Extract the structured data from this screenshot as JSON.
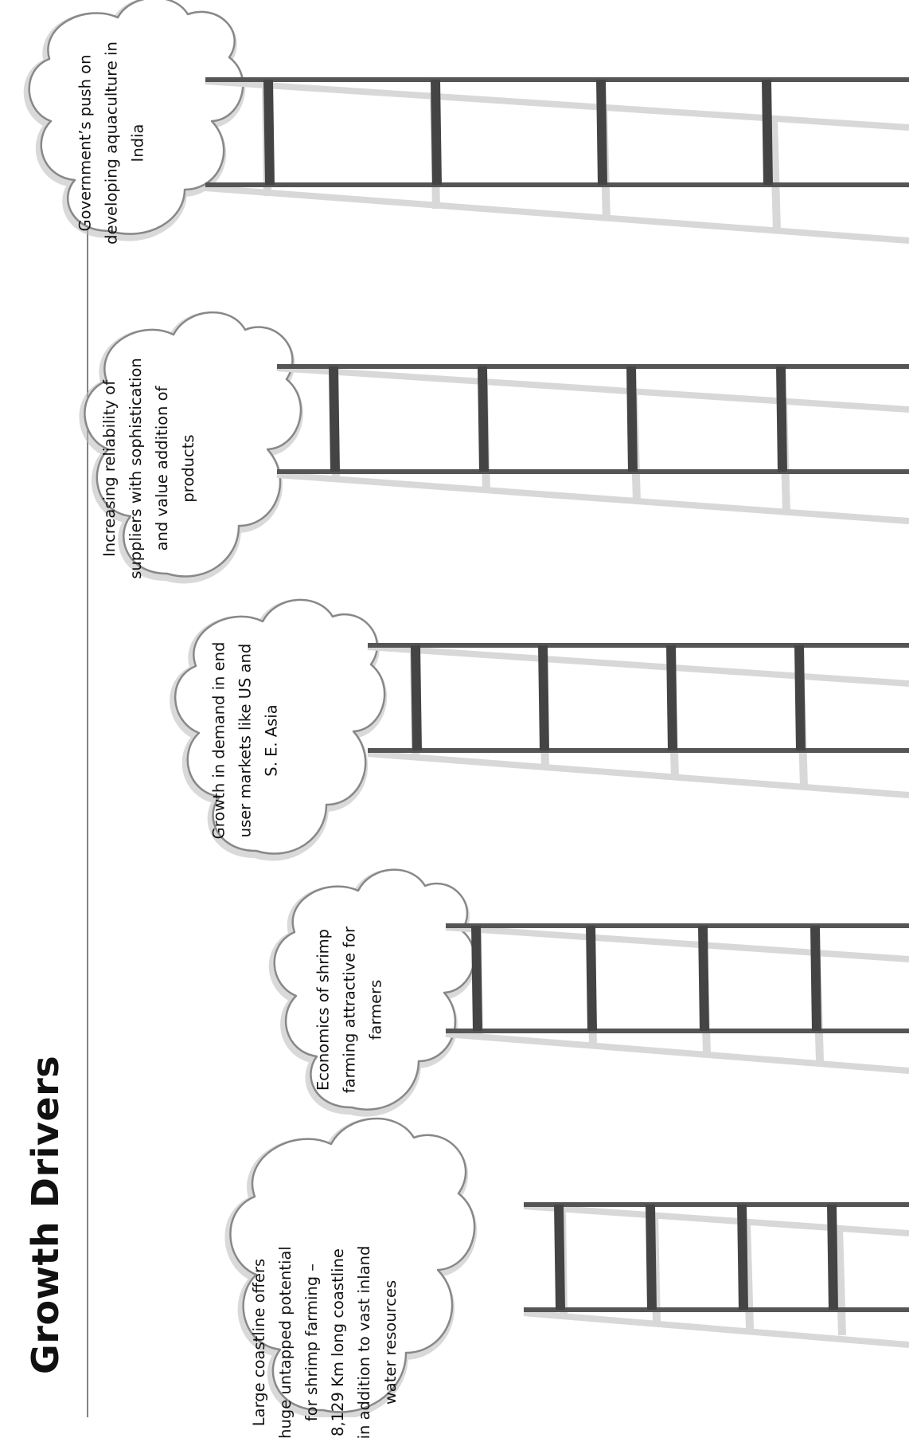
{
  "title": "Growth Drivers",
  "drivers": [
    {
      "text": "Government’s push on developing aquaculture in India"
    },
    {
      "text": "Increasing reliability of suppliers with sophistication and value addition of products"
    },
    {
      "text": "Growth in demand in end user markets like US and S. E. Asia"
    },
    {
      "text": "Economics of shrimp farming attractive for farmers"
    },
    {
      "text": "Large coastline offers huge untapped potential for shrimp farming – 8,129 Km long coastline in addition to vast inland water resources"
    }
  ]
}
